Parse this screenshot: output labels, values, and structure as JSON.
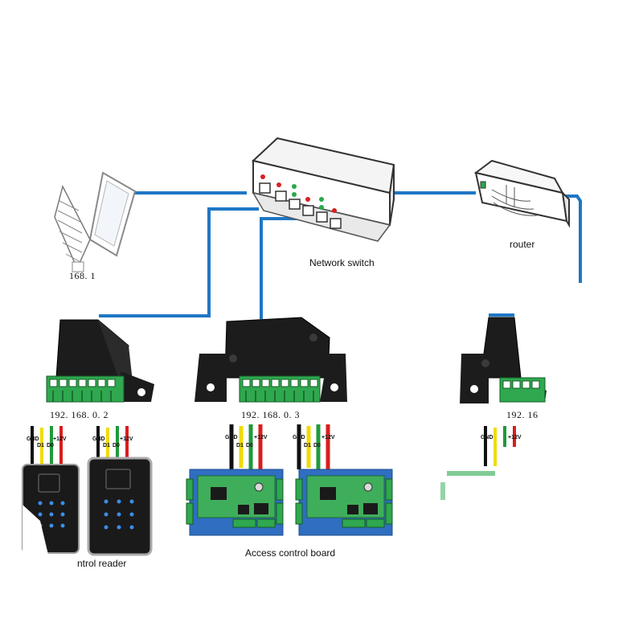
{
  "labels": {
    "network_switch": "Network switch",
    "router": "router",
    "pc_ip": "168.  1",
    "controller_1_ip": "192. 168. 0. 2",
    "controller_2_ip": "192. 168. 0. 3",
    "controller_3_ip": "192. 16",
    "reader_caption": "ntrol reader",
    "board_caption": "Access control board"
  },
  "wire_labels": {
    "gnd": "GND",
    "d1": "D1",
    "d0": "D0",
    "v12": "+12V"
  },
  "colors": {
    "cable": "#1f77c4",
    "device_black": "#1c1c1c",
    "terminal_green": "#2fa84f",
    "board_blue": "#3a7bd5",
    "board_green": "#3fae5a",
    "wire_black": "#111111",
    "wire_yellow": "#f0dc00",
    "wire_green": "#1f9a3a",
    "wire_red": "#d81e1e"
  }
}
